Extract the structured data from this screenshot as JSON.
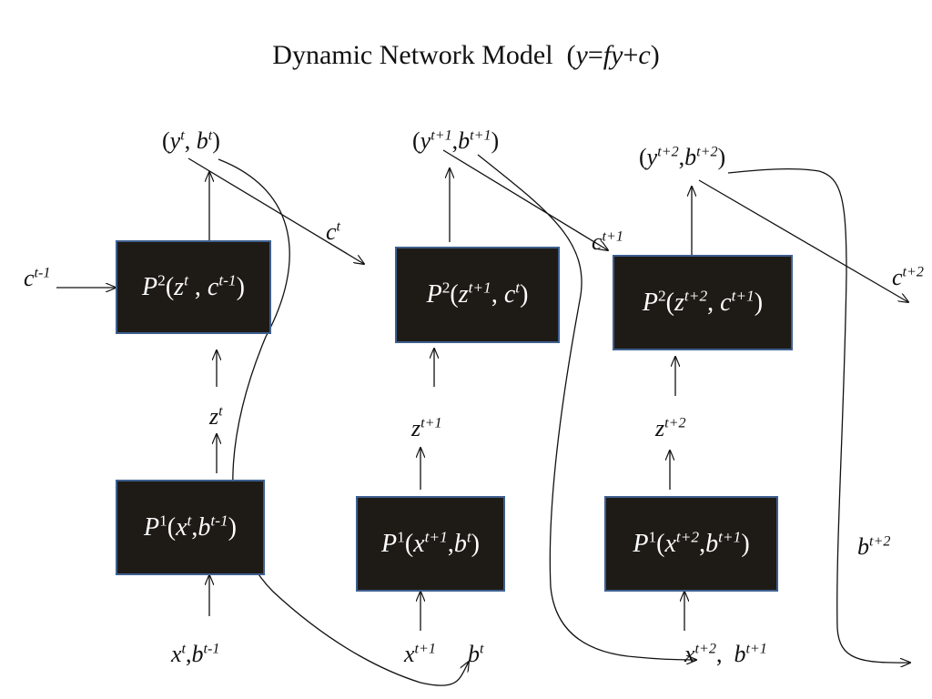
{
  "title": {
    "text": "Dynamic Network Model",
    "eq": {
      "open": "(",
      "y": "y",
      "eq": "=",
      "f": "f",
      "y2": "y",
      "plus": "+",
      "c": "c",
      "close": ")"
    }
  },
  "stages": [
    {
      "p2": {
        "name": "P",
        "sup": "2",
        "open": "(",
        "z": "z",
        "zsup": "t",
        "sep": " , ",
        "c": "c",
        "csup": "t-1",
        "close": ")"
      },
      "p1": {
        "name": "P",
        "sup": "1",
        "open": "(",
        "x": "x",
        "xsup": "t",
        "sep": ",",
        "b": "b",
        "bsup": "t-1",
        "close": ")"
      },
      "z": {
        "var": "z",
        "sup": "t"
      },
      "output": {
        "open": "(",
        "y": "y",
        "ysup": "t",
        "sep": ", ",
        "b": "b",
        "bsup": "t",
        "close": ")"
      },
      "c_out": {
        "var": "c",
        "sup": "t"
      },
      "input": {
        "x": "x",
        "xsup": "t",
        "sep": ",",
        "b": "b",
        "bsup": "t-1"
      }
    },
    {
      "p2": {
        "name": "P",
        "sup": "2",
        "open": "(",
        "z": "z",
        "zsup": "t+1",
        "sep": ", ",
        "c": "c",
        "csup": "t",
        "close": ")"
      },
      "p1": {
        "name": "P",
        "sup": "1",
        "open": "(",
        "x": "x",
        "xsup": "t+1",
        "sep": ",",
        "b": "b",
        "bsup": "t",
        "close": ")"
      },
      "z": {
        "var": "z",
        "sup": "t+1"
      },
      "output": {
        "open": "(",
        "y": "y",
        "ysup": "t+1",
        "sep": ",",
        "b": "b",
        "bsup": "t+1",
        "close": ")"
      },
      "c_out": {
        "var": "c",
        "sup": "t+1"
      },
      "input": {
        "x": "x",
        "xsup": "t+1"
      },
      "b_in": {
        "var": "b",
        "sup": "t"
      }
    },
    {
      "p2": {
        "name": "P",
        "sup": "2",
        "open": "(",
        "z": "z",
        "zsup": "t+2",
        "sep": ", ",
        "c": "c",
        "csup": "t+1",
        "close": ")"
      },
      "p1": {
        "name": "P",
        "sup": "1",
        "open": "(",
        "x": "x",
        "xsup": "t+2",
        "sep": ",",
        "b": "b",
        "bsup": "t+1",
        "close": ")"
      },
      "z": {
        "var": "z",
        "sup": "t+2"
      },
      "output": {
        "open": "(",
        "y": "y",
        "ysup": "t+2",
        "sep": ",",
        "b": "b",
        "bsup": "t+2",
        "close": ")"
      },
      "c_out": {
        "var": "c",
        "sup": "t+2"
      },
      "input": {
        "x": "x",
        "xsup": "t+2",
        "sep": ",  ",
        "b": "b",
        "bsup": "t+1"
      }
    }
  ],
  "c_in": {
    "var": "c",
    "sup": "t-1"
  },
  "b_out": {
    "var": "b",
    "sup": "t+2"
  },
  "colors": {
    "box_fill": "#1e1b16",
    "box_border": "#3e5f8f",
    "line": "#111111",
    "background": "#ffffff"
  }
}
